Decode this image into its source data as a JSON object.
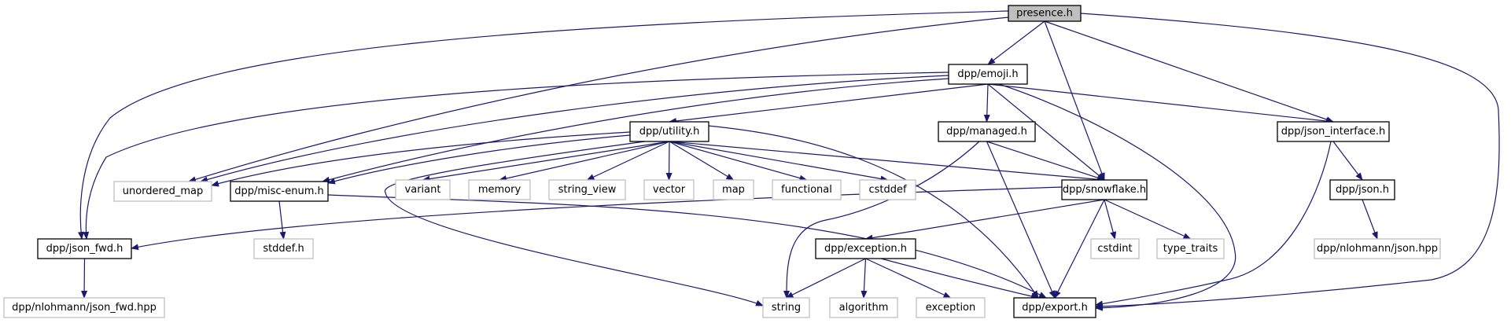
{
  "title": "presence.h include dependency graph",
  "colors": {
    "edge": "#191970",
    "root_fill": "#bfbfbf",
    "node_border": "#000000",
    "external_border": "#bfbfbf"
  },
  "nodes": [
    {
      "id": "presence",
      "label": "presence.h",
      "kind": "root"
    },
    {
      "id": "emoji",
      "label": "dpp/emoji.h",
      "kind": "primary"
    },
    {
      "id": "utility",
      "label": "dpp/utility.h",
      "kind": "primary"
    },
    {
      "id": "managed",
      "label": "dpp/managed.h",
      "kind": "primary"
    },
    {
      "id": "json_interface",
      "label": "dpp/json_interface.h",
      "kind": "primary"
    },
    {
      "id": "unordered_map",
      "label": "unordered_map",
      "kind": "external"
    },
    {
      "id": "misc_enum",
      "label": "dpp/misc-enum.h",
      "kind": "primary"
    },
    {
      "id": "variant",
      "label": "variant",
      "kind": "external"
    },
    {
      "id": "memory",
      "label": "memory",
      "kind": "external"
    },
    {
      "id": "string_view",
      "label": "string_view",
      "kind": "external"
    },
    {
      "id": "vector",
      "label": "vector",
      "kind": "external"
    },
    {
      "id": "map",
      "label": "map",
      "kind": "external"
    },
    {
      "id": "functional",
      "label": "functional",
      "kind": "external"
    },
    {
      "id": "cstddef",
      "label": "cstddef",
      "kind": "external"
    },
    {
      "id": "snowflake",
      "label": "dpp/snowflake.h",
      "kind": "primary"
    },
    {
      "id": "json",
      "label": "dpp/json.h",
      "kind": "primary"
    },
    {
      "id": "json_fwd",
      "label": "dpp/json_fwd.h",
      "kind": "primary"
    },
    {
      "id": "stddef",
      "label": "stddef.h",
      "kind": "external"
    },
    {
      "id": "exception_h",
      "label": "dpp/exception.h",
      "kind": "primary"
    },
    {
      "id": "cstdint",
      "label": "cstdint",
      "kind": "external"
    },
    {
      "id": "type_traits",
      "label": "type_traits",
      "kind": "external"
    },
    {
      "id": "nlohmann_json",
      "label": "dpp/nlohmann/json.hpp",
      "kind": "external"
    },
    {
      "id": "nlohmann_json_fwd",
      "label": "dpp/nlohmann/json_fwd.hpp",
      "kind": "external"
    },
    {
      "id": "string",
      "label": "string",
      "kind": "external"
    },
    {
      "id": "algorithm",
      "label": "algorithm",
      "kind": "external"
    },
    {
      "id": "exception",
      "label": "exception",
      "kind": "external"
    },
    {
      "id": "export",
      "label": "dpp/export.h",
      "kind": "primary"
    }
  ],
  "edges": [
    [
      "presence",
      "emoji"
    ],
    [
      "presence",
      "json_fwd"
    ],
    [
      "presence",
      "unordered_map"
    ],
    [
      "presence",
      "snowflake"
    ],
    [
      "presence",
      "json_interface"
    ],
    [
      "presence",
      "export"
    ],
    [
      "emoji",
      "utility"
    ],
    [
      "emoji",
      "managed"
    ],
    [
      "emoji",
      "json_interface"
    ],
    [
      "emoji",
      "unordered_map"
    ],
    [
      "emoji",
      "misc_enum"
    ],
    [
      "emoji",
      "json_fwd"
    ],
    [
      "emoji",
      "snowflake"
    ],
    [
      "emoji",
      "export"
    ],
    [
      "utility",
      "unordered_map"
    ],
    [
      "utility",
      "misc_enum"
    ],
    [
      "utility",
      "variant"
    ],
    [
      "utility",
      "memory"
    ],
    [
      "utility",
      "string_view"
    ],
    [
      "utility",
      "vector"
    ],
    [
      "utility",
      "map"
    ],
    [
      "utility",
      "functional"
    ],
    [
      "utility",
      "cstddef"
    ],
    [
      "utility",
      "snowflake"
    ],
    [
      "utility",
      "string"
    ],
    [
      "utility",
      "export"
    ],
    [
      "managed",
      "snowflake"
    ],
    [
      "managed",
      "string"
    ],
    [
      "managed",
      "export"
    ],
    [
      "json_interface",
      "json"
    ],
    [
      "json_interface",
      "export"
    ],
    [
      "json",
      "nlohmann_json"
    ],
    [
      "misc_enum",
      "stddef"
    ],
    [
      "misc_enum",
      "export"
    ],
    [
      "snowflake",
      "json_fwd"
    ],
    [
      "snowflake",
      "exception_h"
    ],
    [
      "snowflake",
      "cstdint"
    ],
    [
      "snowflake",
      "type_traits"
    ],
    [
      "snowflake",
      "export"
    ],
    [
      "json_fwd",
      "nlohmann_json_fwd"
    ],
    [
      "exception_h",
      "string"
    ],
    [
      "exception_h",
      "algorithm"
    ],
    [
      "exception_h",
      "exception"
    ],
    [
      "exception_h",
      "export"
    ]
  ]
}
